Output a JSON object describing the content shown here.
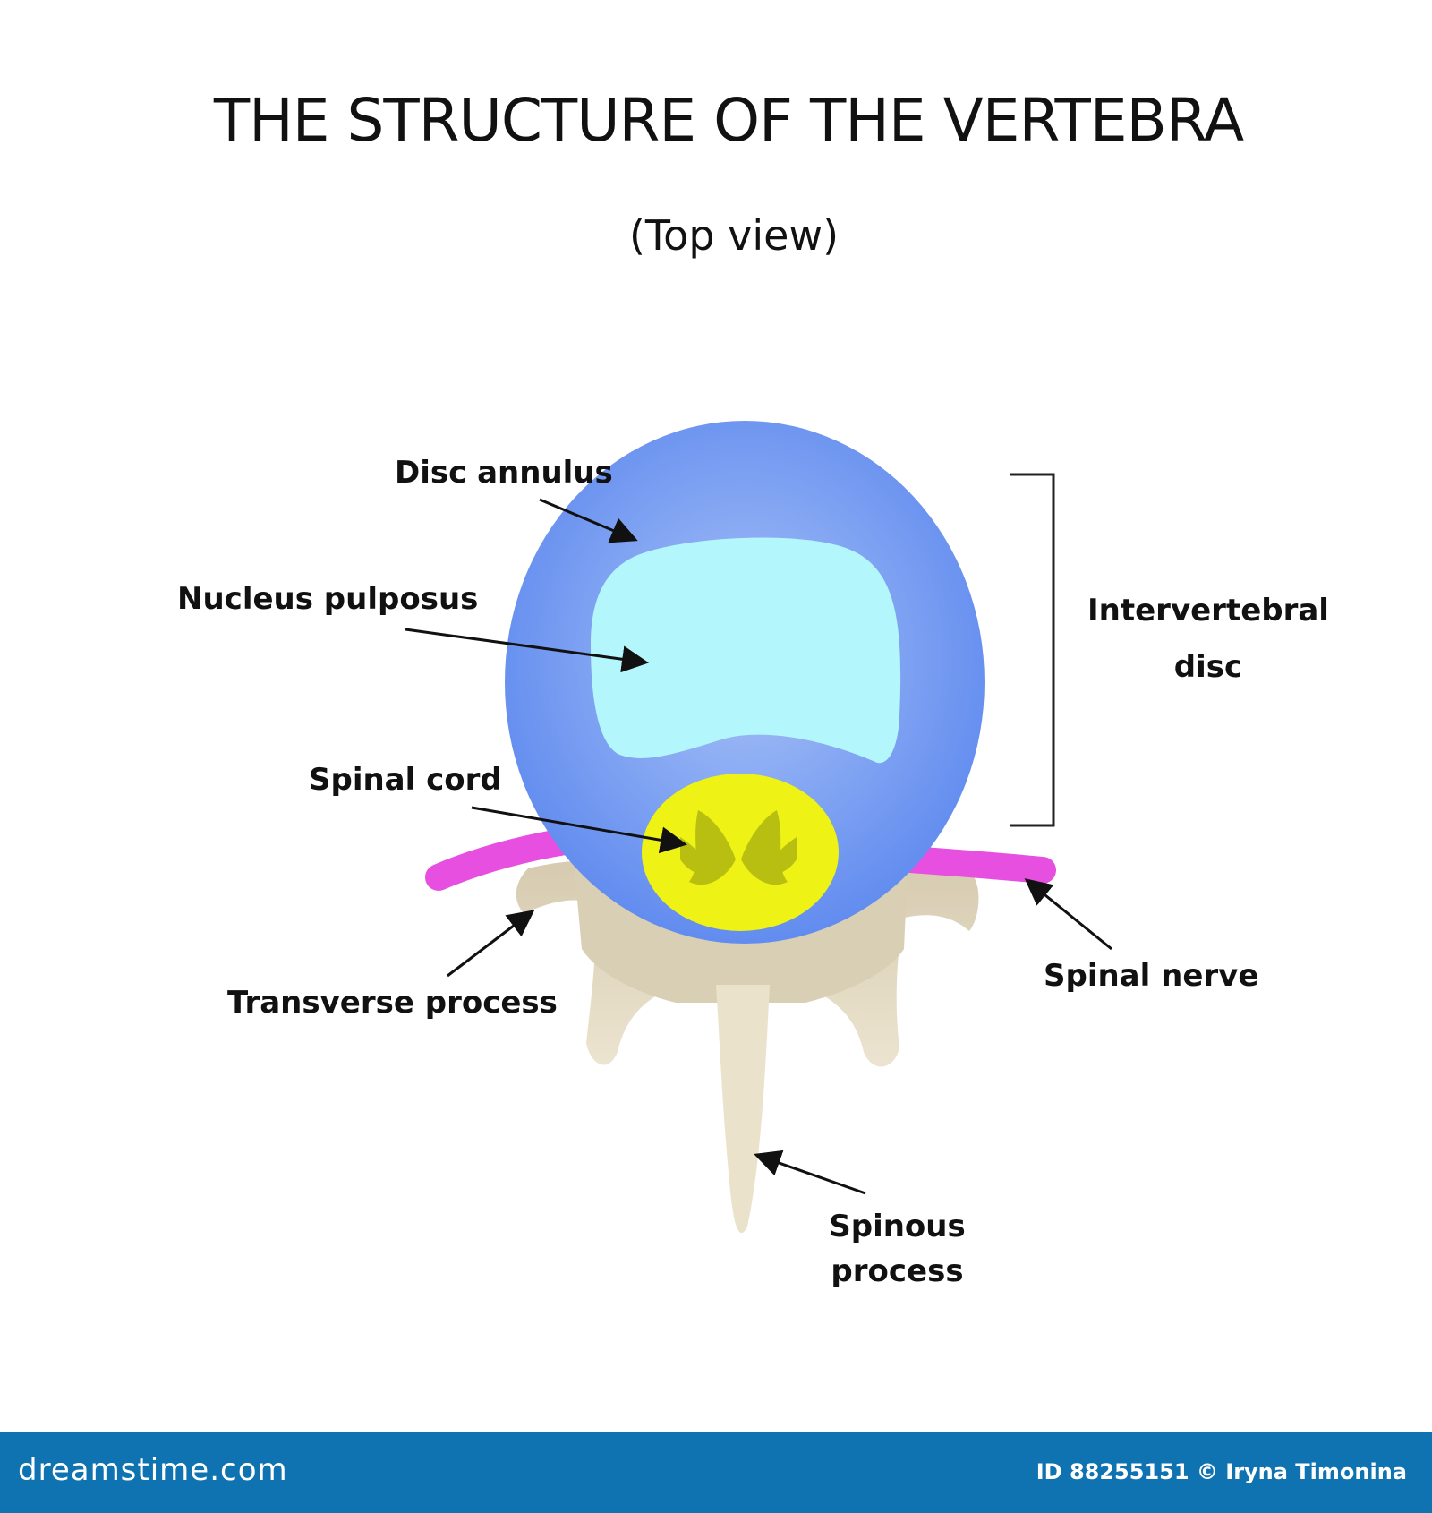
{
  "title": "THE STRUCTURE OF THE VERTEBRA",
  "subtitle": "(Top view)",
  "labels": {
    "disc_annulus": "Disc annulus",
    "nucleus_pulposus": "Nucleus pulposus",
    "spinal_cord": "Spinal cord",
    "transverse_process": "Transverse process",
    "intervertebral_disc_line1": "Intervertebral",
    "intervertebral_disc_line2": "disc",
    "spinal_nerve": "Spinal nerve",
    "spinous_process_line1": "Spinous",
    "spinous_process_line2": "process"
  },
  "footer": {
    "brand": "dreamstime.com",
    "credit": "ID 88255151 © Iryna Timonina"
  },
  "colors": {
    "annulus": "#6b95f1",
    "nucleus": "#b3f6fb",
    "spinal_cord": "#eef215",
    "spinal_nerve": "#e64fe0",
    "bone": "#ddd3b9",
    "footer": "#0f72b1"
  }
}
